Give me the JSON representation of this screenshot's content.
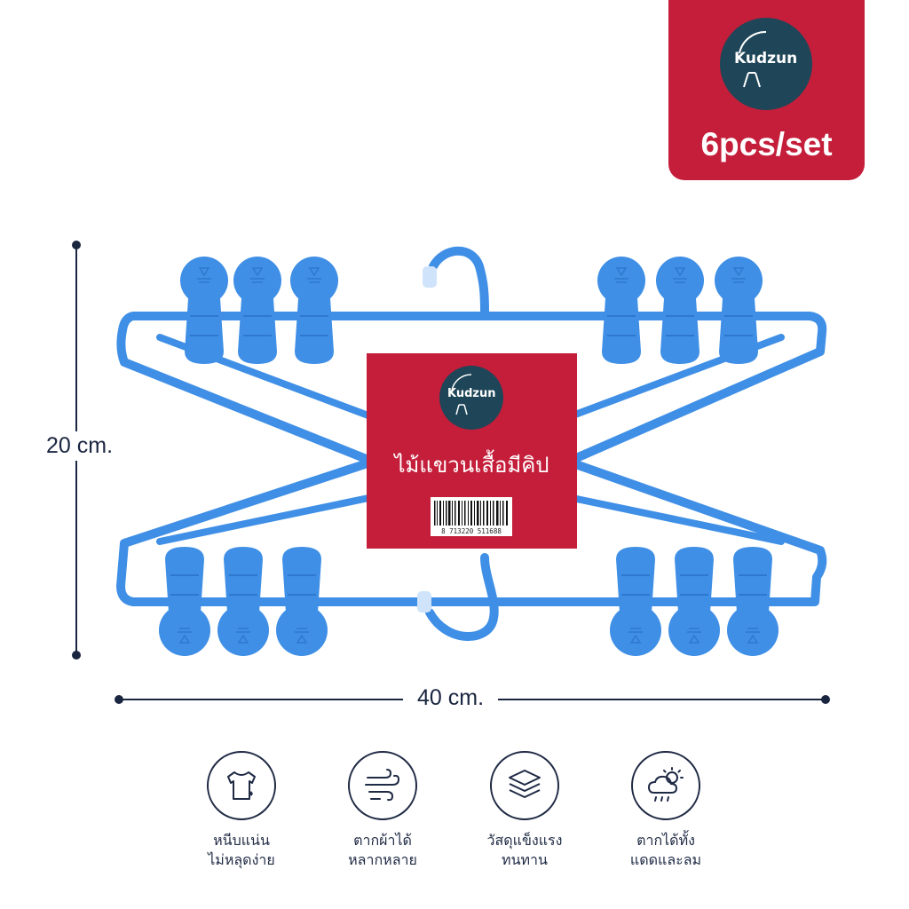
{
  "brand": {
    "name": "Kudzun",
    "pack": "6pcs/set"
  },
  "product_tag": {
    "brand": "Kudzun",
    "title": "ไม้แขวนเสื้อมีคิป",
    "barcode": "8 713220 511688"
  },
  "dimensions": {
    "height": "20 cm.",
    "width": "40 cm."
  },
  "features": [
    {
      "icon": "tshirt-icon",
      "line1": "หนีบแน่น",
      "line2": "ไม่หลุดง่าย"
    },
    {
      "icon": "wind-icon",
      "line1": "ตากผ้าได้",
      "line2": "หลากหลาย"
    },
    {
      "icon": "layers-icon",
      "line1": "วัสดุแข็งแรง",
      "line2": "ทนทาน"
    },
    {
      "icon": "weather-icon",
      "line1": "ตากได้ทั้ง",
      "line2": "แดดและลม"
    }
  ],
  "colors": {
    "accent_red": "#c41e3a",
    "logo_circle": "#1e4658",
    "hanger_blue": "#3f8fe6",
    "text_dark": "#1f2a44"
  }
}
